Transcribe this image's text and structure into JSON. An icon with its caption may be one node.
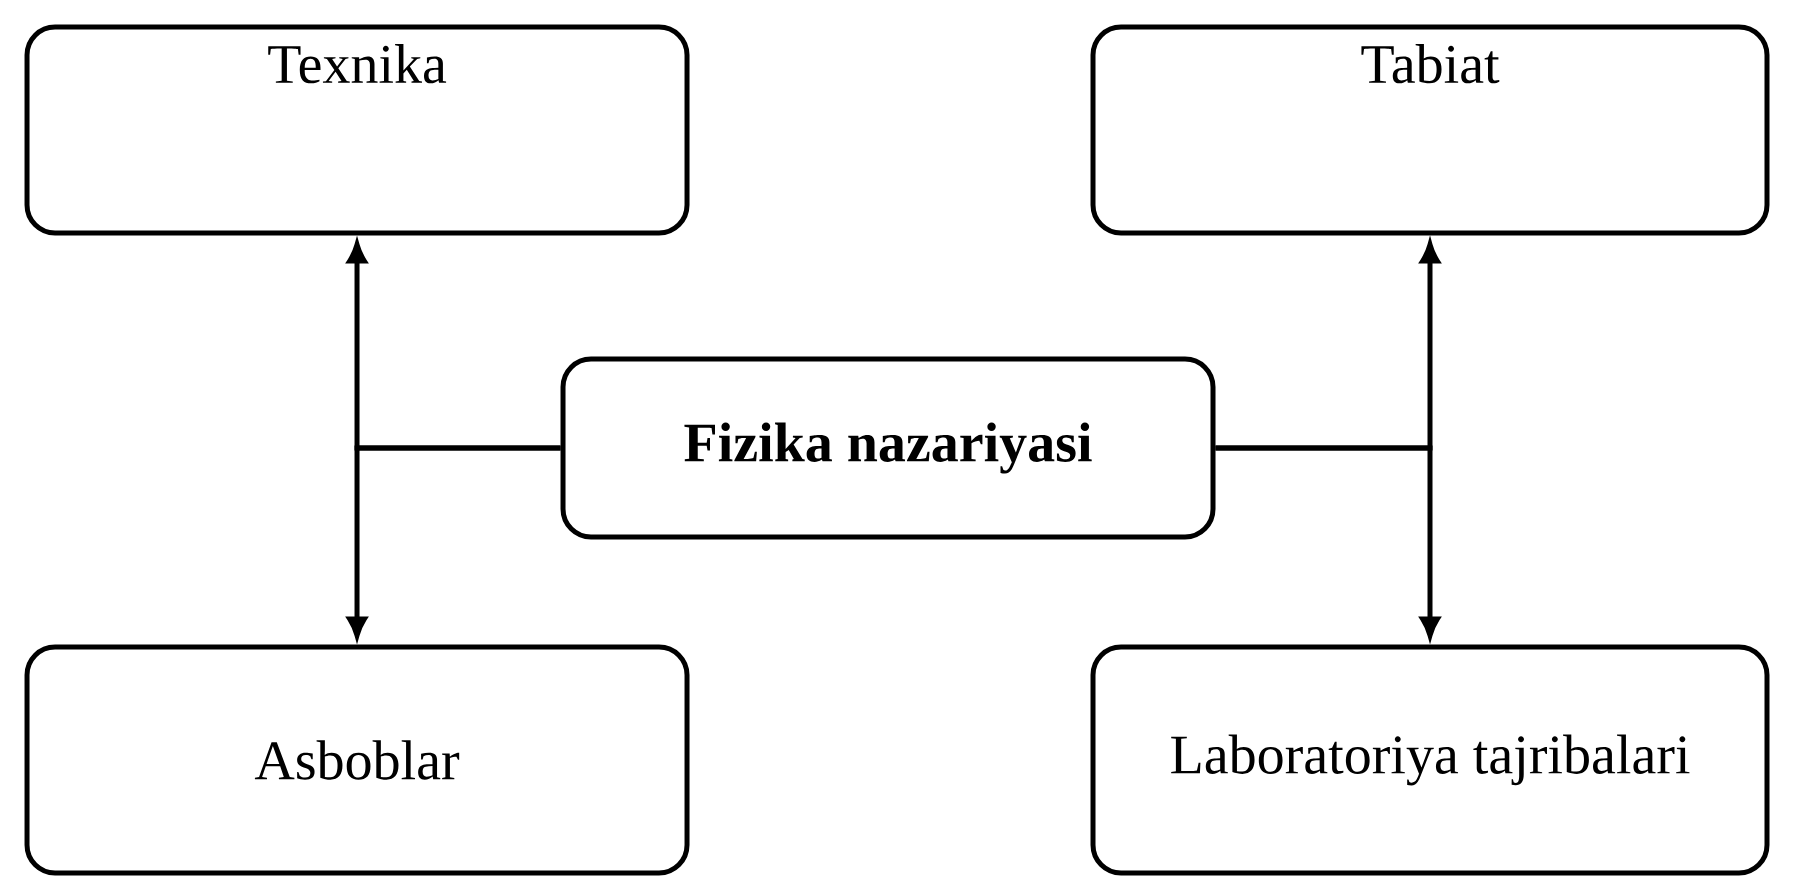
{
  "diagram": {
    "nodes": [
      {
        "text": [
          "Texnika"
        ]
      },
      {
        "text": [
          "Tabiat"
        ]
      },
      {
        "text": [
          "Fizika nazariyasi"
        ]
      },
      {
        "text": [
          "Asboblar"
        ]
      },
      {
        "text": [
          "Laboratoriya tajribalari"
        ]
      }
    ],
    "edges": [
      {
        "from": 2,
        "to": 0,
        "arrow": "to"
      },
      {
        "from": 2,
        "to": 3,
        "arrow": "to"
      },
      {
        "from": 2,
        "to": 1,
        "arrow": "to"
      },
      {
        "from": 2,
        "to": 4,
        "arrow": "to"
      }
    ]
  }
}
